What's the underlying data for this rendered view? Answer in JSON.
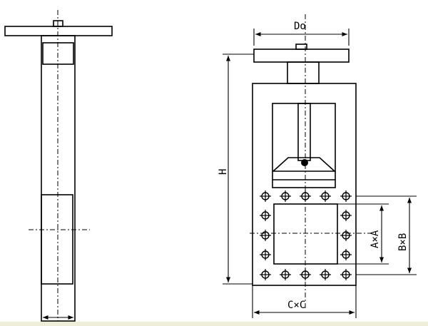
{
  "labels": {
    "d0": "Do",
    "h": "H",
    "axa": "A×A",
    "bxb": "B×B",
    "cxc": "C×C"
  },
  "colors": {
    "line": "#000000",
    "background": "#ffffff",
    "strip": "#eeeed8"
  }
}
